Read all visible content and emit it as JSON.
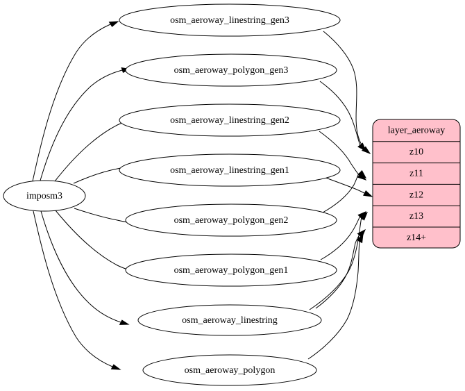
{
  "diagram": {
    "type": "directed-graph",
    "title_text": "",
    "background_color": "#ffffff",
    "edge_color": "#000000",
    "node_fill_color": "#ffffff",
    "node_stroke_color": "#000000",
    "table_fill_color": "#ffc0cb"
  },
  "source_node": {
    "label": "imposm3",
    "shape": "ellipse"
  },
  "table_node": {
    "header": "layer_aeroway",
    "rows": [
      {
        "label": "z10"
      },
      {
        "label": "z11"
      },
      {
        "label": "z12"
      },
      {
        "label": "z13"
      },
      {
        "label": "z14+"
      }
    ]
  },
  "intermediate_nodes": [
    {
      "label": "osm_aeroway_linestring_gen3"
    },
    {
      "label": "osm_aeroway_polygon_gen3"
    },
    {
      "label": "osm_aeroway_linestring_gen2"
    },
    {
      "label": "osm_aeroway_linestring_gen1"
    },
    {
      "label": "osm_aeroway_polygon_gen2"
    },
    {
      "label": "osm_aeroway_polygon_gen1"
    },
    {
      "label": "osm_aeroway_linestring"
    },
    {
      "label": "osm_aeroway_polygon"
    }
  ],
  "edges": [
    {
      "from": "imposm3",
      "to": "osm_aeroway_linestring_gen3"
    },
    {
      "from": "imposm3",
      "to": "osm_aeroway_polygon_gen3"
    },
    {
      "from": "imposm3",
      "to": "osm_aeroway_linestring_gen2"
    },
    {
      "from": "imposm3",
      "to": "osm_aeroway_linestring_gen1"
    },
    {
      "from": "imposm3",
      "to": "osm_aeroway_polygon_gen2"
    },
    {
      "from": "imposm3",
      "to": "osm_aeroway_polygon_gen1"
    },
    {
      "from": "imposm3",
      "to": "osm_aeroway_linestring"
    },
    {
      "from": "imposm3",
      "to": "osm_aeroway_polygon"
    },
    {
      "from": "osm_aeroway_linestring_gen3",
      "to": "z10"
    },
    {
      "from": "osm_aeroway_polygon_gen3",
      "to": "z10"
    },
    {
      "from": "osm_aeroway_linestring_gen2",
      "to": "z11"
    },
    {
      "from": "osm_aeroway_polygon_gen2",
      "to": "z11"
    },
    {
      "from": "osm_aeroway_linestring_gen1",
      "to": "z12"
    },
    {
      "from": "osm_aeroway_polygon_gen1",
      "to": "z13"
    },
    {
      "from": "osm_aeroway_linestring",
      "to": "z13"
    },
    {
      "from": "osm_aeroway_linestring",
      "to": "z14+"
    },
    {
      "from": "osm_aeroway_polygon",
      "to": "z14+"
    }
  ]
}
